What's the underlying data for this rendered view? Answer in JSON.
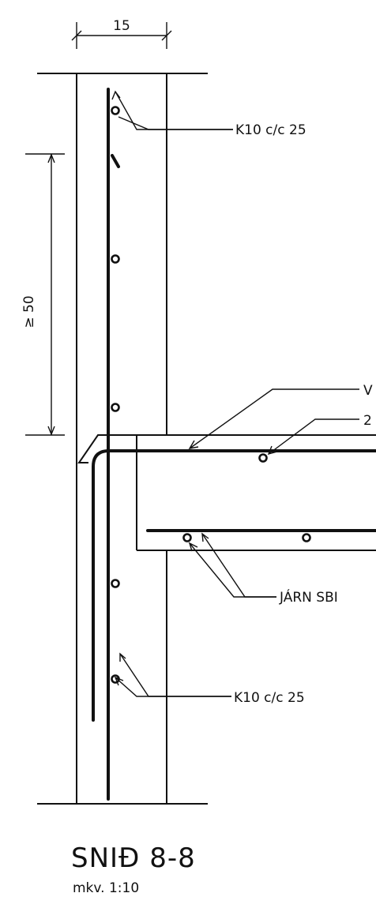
{
  "dimensions": {
    "wall_thickness": "15",
    "anchorage_length": "≥ 50"
  },
  "labels": {
    "stirrup_top": "K10 c/c 25",
    "slab_top_bar": "V",
    "slab_top_bar_2": "2",
    "slab_bottom_bars": "JÁRN SBI",
    "stirrup_bottom": "K10 c/c 25"
  },
  "title": {
    "section_name": "SNIÐ 8-8",
    "scale": "mkv. 1:10"
  }
}
